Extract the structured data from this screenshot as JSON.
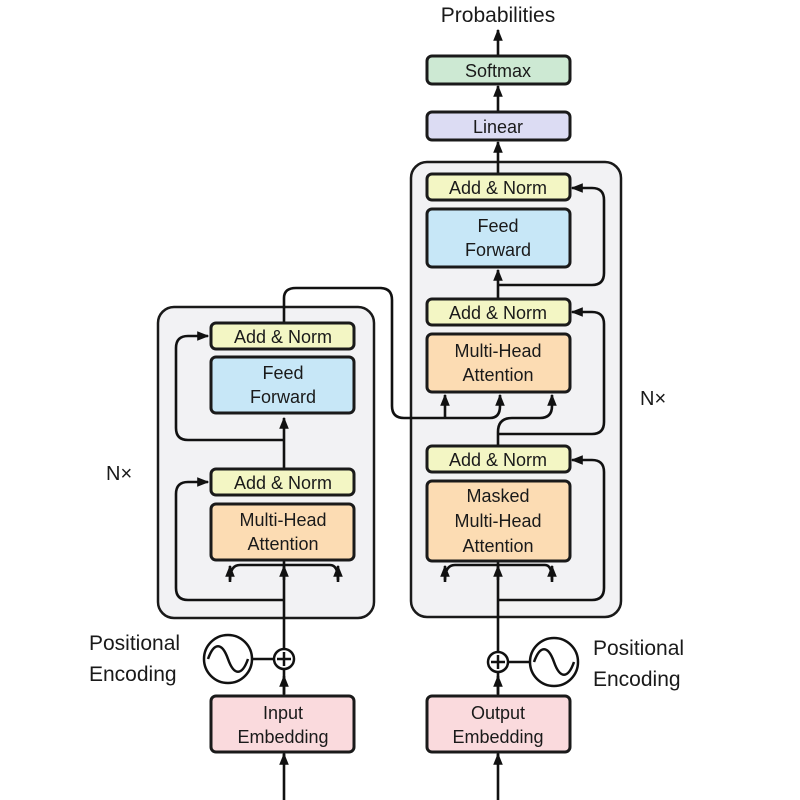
{
  "colors": {
    "add_norm": "#f3f6c4",
    "feed_forward": "#c7e7f7",
    "attention": "#fcdcb3",
    "embedding": "#fadadd",
    "linear": "#dcdcf3",
    "softmax": "#cde9d3",
    "stack_bg": "#f2f2f4"
  },
  "top": {
    "probabilities": "Probabilities"
  },
  "decoder_head": {
    "softmax": "Softmax",
    "linear": "Linear"
  },
  "encoder": {
    "repeat": "N×",
    "add_norm_top": "Add & Norm",
    "feed_forward": [
      "Feed",
      "Forward"
    ],
    "add_norm_bottom": "Add & Norm",
    "attention": [
      "Multi-Head",
      "Attention"
    ],
    "positional": [
      "Positional",
      "Encoding"
    ],
    "embedding": [
      "Input",
      "Embedding"
    ]
  },
  "decoder": {
    "repeat": "N×",
    "add_norm_top": "Add & Norm",
    "feed_forward": [
      "Feed",
      "Forward"
    ],
    "add_norm_mid": "Add & Norm",
    "cross_attention": [
      "Multi-Head",
      "Attention"
    ],
    "add_norm_bottom": "Add & Norm",
    "masked_attention": [
      "Masked",
      "Multi-Head",
      "Attention"
    ],
    "positional": [
      "Positional",
      "Encoding"
    ],
    "embedding": [
      "Output",
      "Embedding"
    ]
  },
  "icons": {
    "add": "plus-circle-icon",
    "positional": "sine-wave-icon"
  }
}
